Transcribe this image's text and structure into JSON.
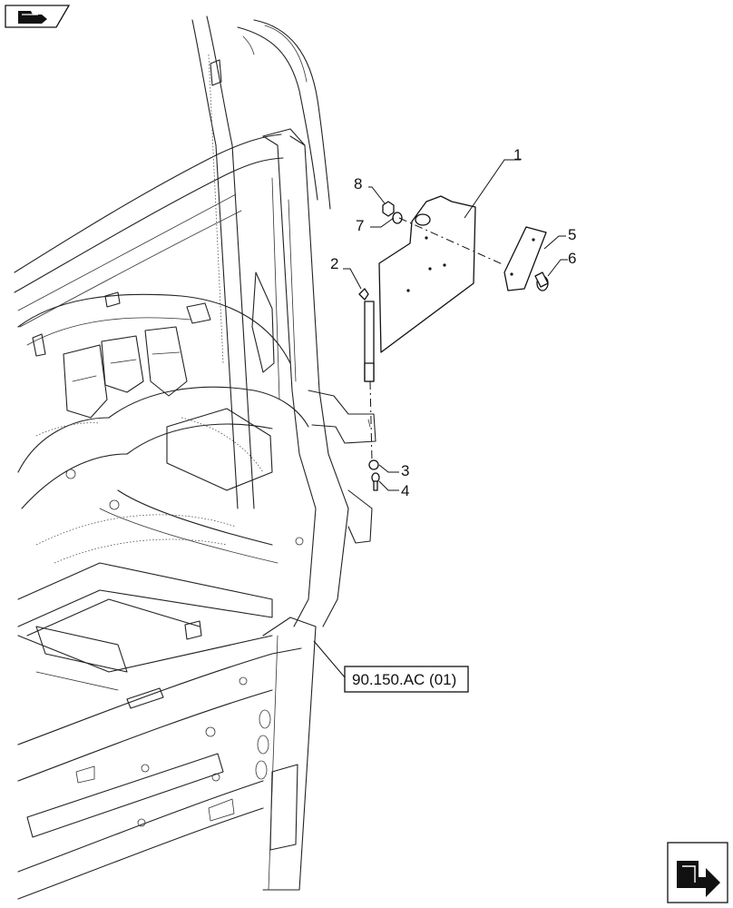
{
  "callouts": {
    "c1": "1",
    "c2": "2",
    "c3": "3",
    "c4": "4",
    "c5": "5",
    "c6": "6",
    "c7": "7",
    "c8": "8"
  },
  "reference": {
    "label": "90.150.AC (01)"
  },
  "icons": {
    "top_left": "book-arrow-icon",
    "bottom_right": "next-page-arrow-icon"
  }
}
